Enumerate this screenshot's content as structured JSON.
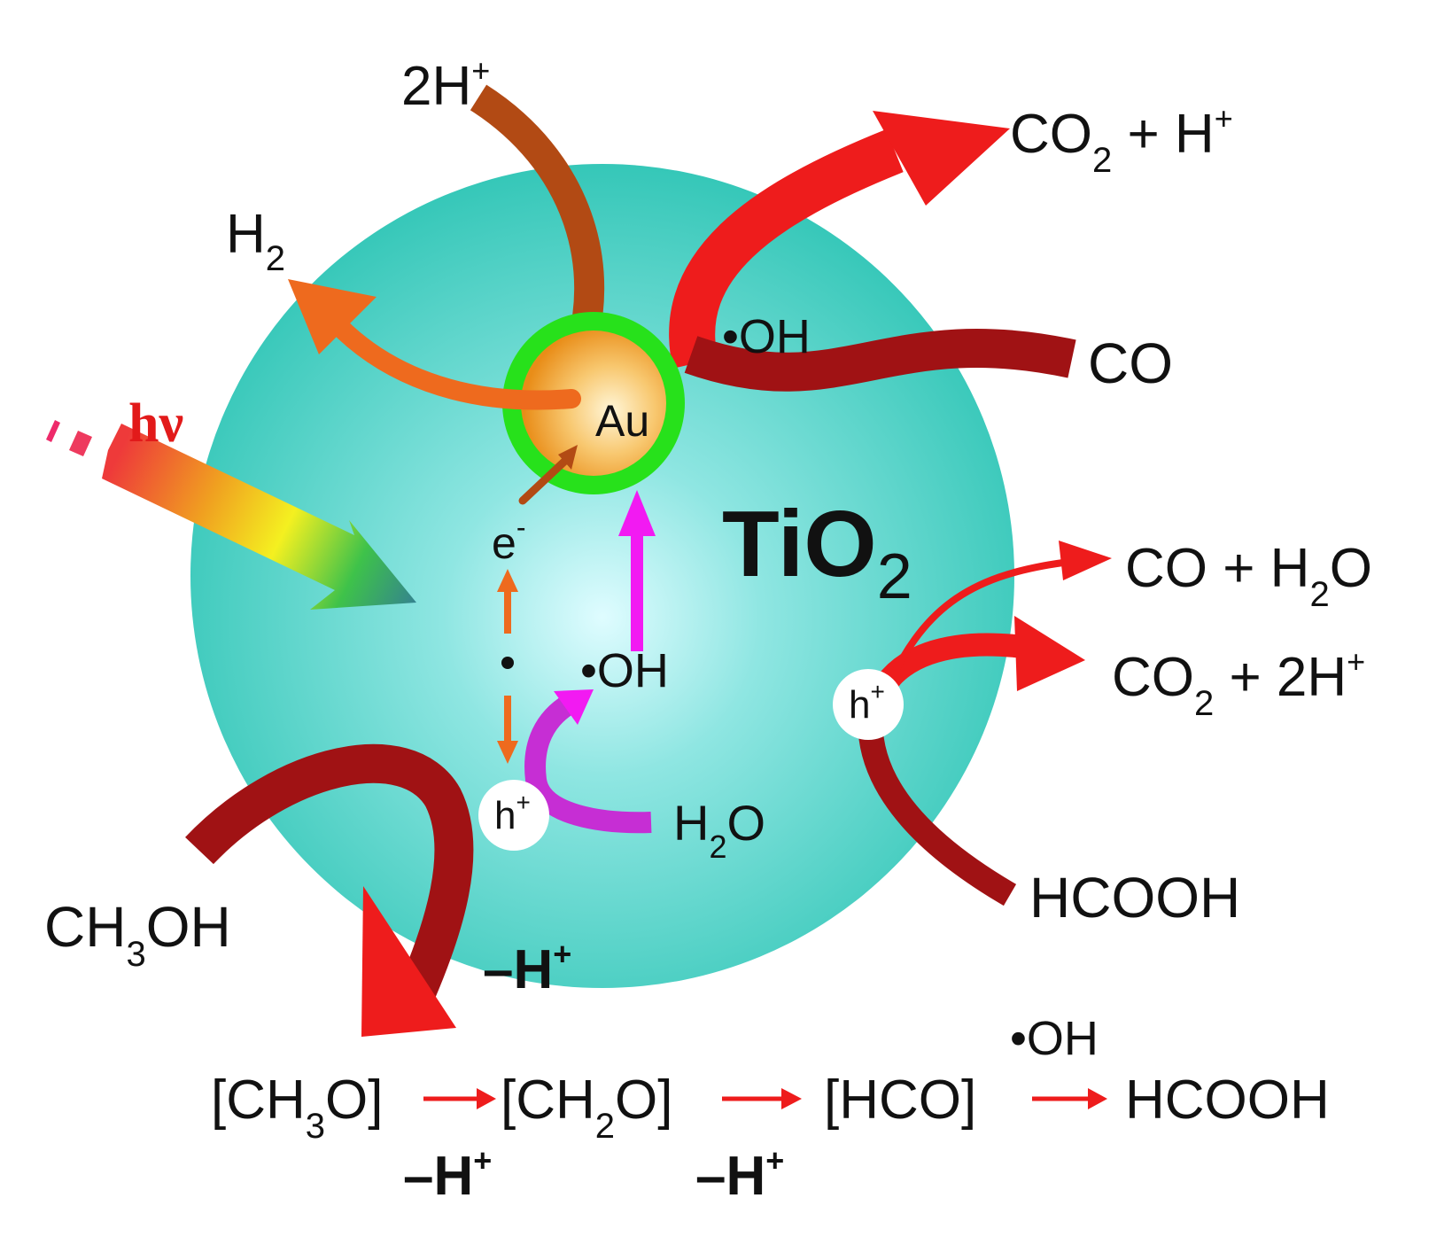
{
  "colors": {
    "sphere": "#35c7b8",
    "sphere_center": "#dffcff",
    "gold_shell": "#27e11b",
    "gold_core": "#f0a020",
    "red": "#ee1c1c",
    "dark_red": "#a01214",
    "brown": "#b24a14",
    "orange": "#ee6a1e",
    "magenta": "#f21af2",
    "purple": "#c62ed4"
  },
  "labels": {
    "two_h_plus": {
      "main": "2H",
      "sup": "+"
    },
    "h2": {
      "main": "H",
      "sub": "2"
    },
    "co2_h": {
      "a": "CO",
      "sub": "2",
      "b": " + H",
      "sup": "+"
    },
    "oh_top": "•OH",
    "co": "CO",
    "hv": "hν",
    "au": "Au",
    "tio2": {
      "main": "TiO",
      "sub": "2"
    },
    "electron": {
      "main": "e",
      "sup": "-"
    },
    "oh_mid": "•OH",
    "co_h2o": {
      "a": "CO + H",
      "sub": "2",
      "b": "O"
    },
    "co2_2h": {
      "a": "CO",
      "sub": "2",
      "b": " + 2H",
      "sup": "+"
    },
    "hole_right": {
      "main": "h",
      "sup": "+"
    },
    "hole_left": {
      "main": "h",
      "sup": "+"
    },
    "h2o": {
      "a": "H",
      "sub": "2",
      "b": "O"
    },
    "hcooh_right": "HCOOH",
    "ch3oh": {
      "a": "CH",
      "sub": "3",
      "b": "OH"
    },
    "minus_h_mid": {
      "main": "–H",
      "sup": "+"
    },
    "chain": {
      "s1": {
        "a": "[CH",
        "sub": "3",
        "b": "O]"
      },
      "s2": {
        "a": "[CH",
        "sub": "2",
        "b": "O]"
      },
      "s3": "[HCO]",
      "s4": "HCOOH",
      "oh": "•OH",
      "minus_h_1": {
        "main": "–H",
        "sup": "+"
      },
      "minus_h_2": {
        "main": "–H",
        "sup": "+"
      }
    }
  }
}
